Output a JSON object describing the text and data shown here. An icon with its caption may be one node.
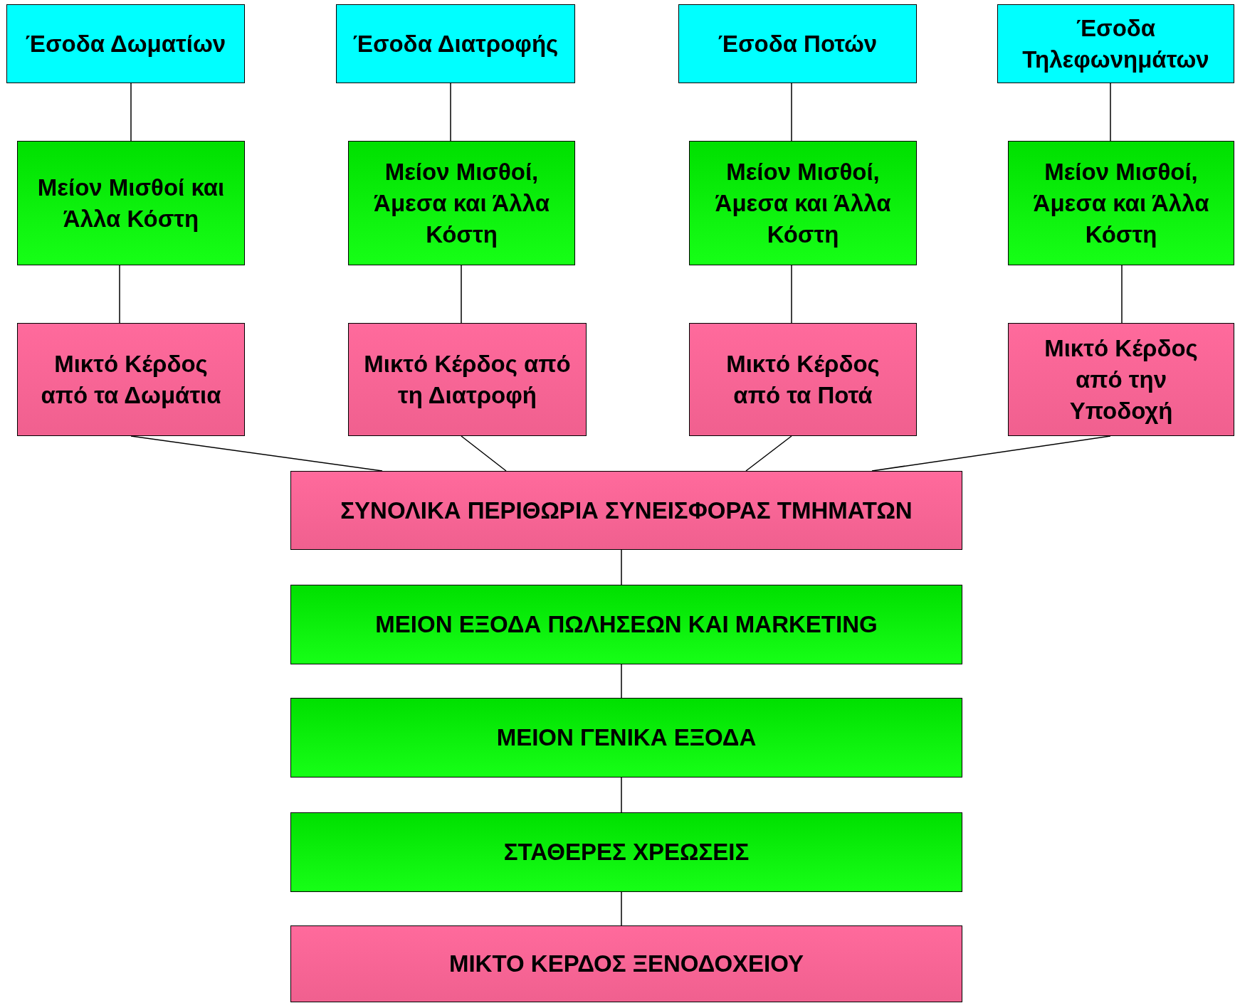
{
  "diagram": {
    "nodes": [
      {
        "text": [
          "Έσοδα Δωματίων"
        ]
      },
      {
        "text": [
          "Έσοδα Διατροφής"
        ]
      },
      {
        "text": [
          "Έσοδα Ποτών"
        ]
      },
      {
        "text": [
          "Έσοδα Τηλεφωνημάτων"
        ]
      },
      {
        "text": [
          "Μείον Μισθοί και Άλλα Κόστη"
        ]
      },
      {
        "text": [
          "Μείον Μισθοί, Άμεσα και Άλλα Κόστη"
        ]
      },
      {
        "text": [
          "Μείον Μισθοί, Άμεσα και Άλλα Κόστη"
        ]
      },
      {
        "text": [
          "Μείον Μισθοί, Άμεσα και Άλλα Κόστη"
        ]
      },
      {
        "text": [
          "Μικτό Κέρδος από τα Δωμάτια"
        ]
      },
      {
        "text": [
          "Μικτό Κέρδος από τη Διατροφή"
        ]
      },
      {
        "text": [
          "Μικτό Κέρδος από τα Ποτά"
        ]
      },
      {
        "text": [
          "Μικτό Κέρδος από την Υποδοχή"
        ]
      },
      {
        "text": [
          "ΣΥΝΟΛΙΚΑ ΠΕΡΙΘΩΡΙΑ ΣΥΝΕΙΣΦΟΡΑΣ ΤΜΗΜΑΤΩΝ"
        ]
      },
      {
        "text": [
          "ΜΕΙΟΝ ΕΞΟΔΑ ΠΩΛΗΣΕΩΝ ΚΑΙ MARKETING"
        ]
      },
      {
        "text": [
          "ΜΕΙΟΝ ΓΕΝΙΚΑ ΕΞΟΔΑ"
        ]
      },
      {
        "text": [
          "ΣΤΑΘΕΡΕΣ ΧΡΕΩΣΕΙΣ"
        ]
      },
      {
        "text": [
          "ΜΙΚΤΟ ΚΕΡΔΟΣ ΞΕΝΟΔΟΧΕΙΟΥ"
        ]
      }
    ],
    "edges": [
      {
        "from": 0,
        "to": 4,
        "arrow": "none"
      },
      {
        "from": 1,
        "to": 5,
        "arrow": "none"
      },
      {
        "from": 2,
        "to": 6,
        "arrow": "none"
      },
      {
        "from": 3,
        "to": 7,
        "arrow": "none"
      },
      {
        "from": 4,
        "to": 8,
        "arrow": "none"
      },
      {
        "from": 5,
        "to": 9,
        "arrow": "none"
      },
      {
        "from": 6,
        "to": 10,
        "arrow": "none"
      },
      {
        "from": 7,
        "to": 11,
        "arrow": "none"
      },
      {
        "from": 8,
        "to": 12,
        "arrow": "none"
      },
      {
        "from": 9,
        "to": 12,
        "arrow": "none"
      },
      {
        "from": 10,
        "to": 12,
        "arrow": "none"
      },
      {
        "from": 11,
        "to": 12,
        "arrow": "none"
      },
      {
        "from": 12,
        "to": 13,
        "arrow": "none"
      },
      {
        "from": 13,
        "to": 14,
        "arrow": "none"
      },
      {
        "from": 14,
        "to": 15,
        "arrow": "none"
      },
      {
        "from": 15,
        "to": 16,
        "arrow": "none"
      }
    ]
  }
}
